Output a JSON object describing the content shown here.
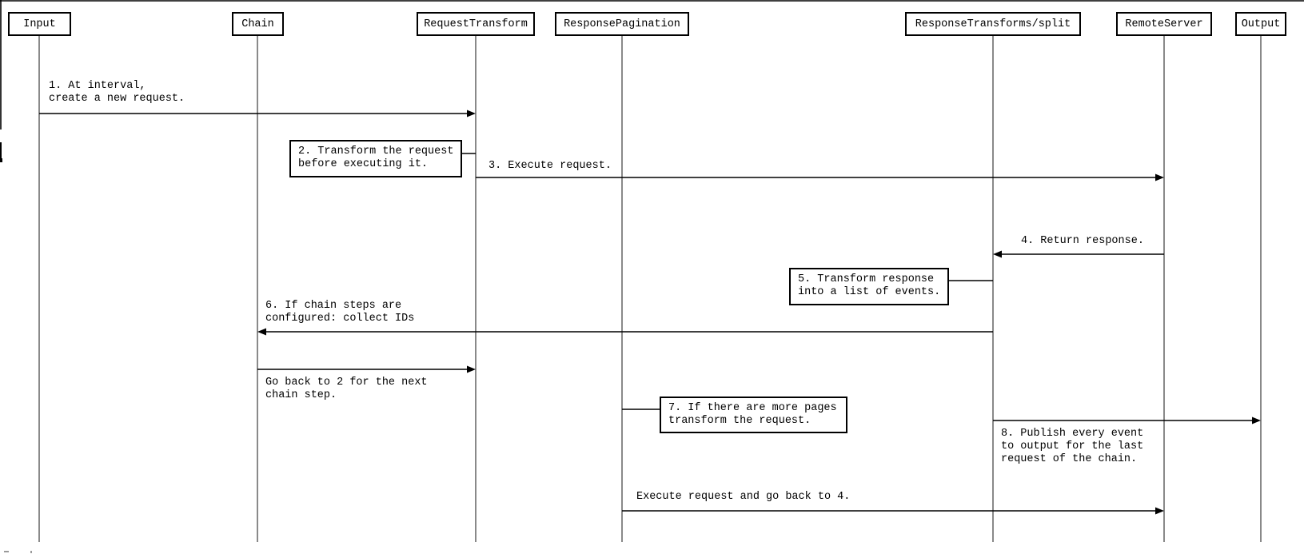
{
  "diagram": {
    "type": "sequence-diagram",
    "background": "#ffffff",
    "colors": {
      "message_line": "#000000",
      "lifeline": "#4a4a4a",
      "box_border": "#000000",
      "text": "#000000"
    },
    "actors": [
      {
        "label": "Input"
      },
      {
        "label": "Chain"
      },
      {
        "label": "RequestTransform"
      },
      {
        "label": "ResponsePagination"
      },
      {
        "label": "ResponseTransforms/split"
      },
      {
        "label": "RemoteServer"
      },
      {
        "label": "Output"
      }
    ],
    "messages": [
      {
        "from": "Input",
        "to": "RequestTransform",
        "direction": "right",
        "lines": [
          "1. At interval,",
          "create a new request."
        ]
      },
      {
        "from": "RequestTransform",
        "to": "RemoteServer",
        "direction": "right",
        "lines": [
          "3. Execute request."
        ]
      },
      {
        "from": "RemoteServer",
        "to": "ResponseTransforms/split",
        "direction": "left",
        "lines": [
          "4. Return response."
        ]
      },
      {
        "from": "ResponseTransforms/split",
        "to": "Chain",
        "direction": "left",
        "lines": [
          "6. If chain steps are",
          "configured: collect IDs"
        ]
      },
      {
        "from": "Chain",
        "to": "RequestTransform",
        "direction": "right",
        "lines": [
          "Go back to 2 for the next",
          "chain step."
        ]
      },
      {
        "from": "ResponseTransforms/split",
        "to": "Output",
        "direction": "right",
        "lines": [
          "8. Publish every event",
          "to output for the last",
          "request of the chain."
        ]
      },
      {
        "from": "ResponsePagination",
        "to": "RemoteServer",
        "direction": "right",
        "lines": [
          "Execute request and go back to 4."
        ]
      }
    ],
    "notes": [
      {
        "attached_to": "RequestTransform",
        "lines": [
          "2. Transform the request",
          "before executing it."
        ]
      },
      {
        "attached_to": "ResponseTransforms/split",
        "lines": [
          "5. Transform response",
          "into a list of events."
        ]
      },
      {
        "attached_to": "ResponsePagination",
        "lines": [
          "7. If there are more pages",
          "transform the request."
        ]
      }
    ]
  }
}
